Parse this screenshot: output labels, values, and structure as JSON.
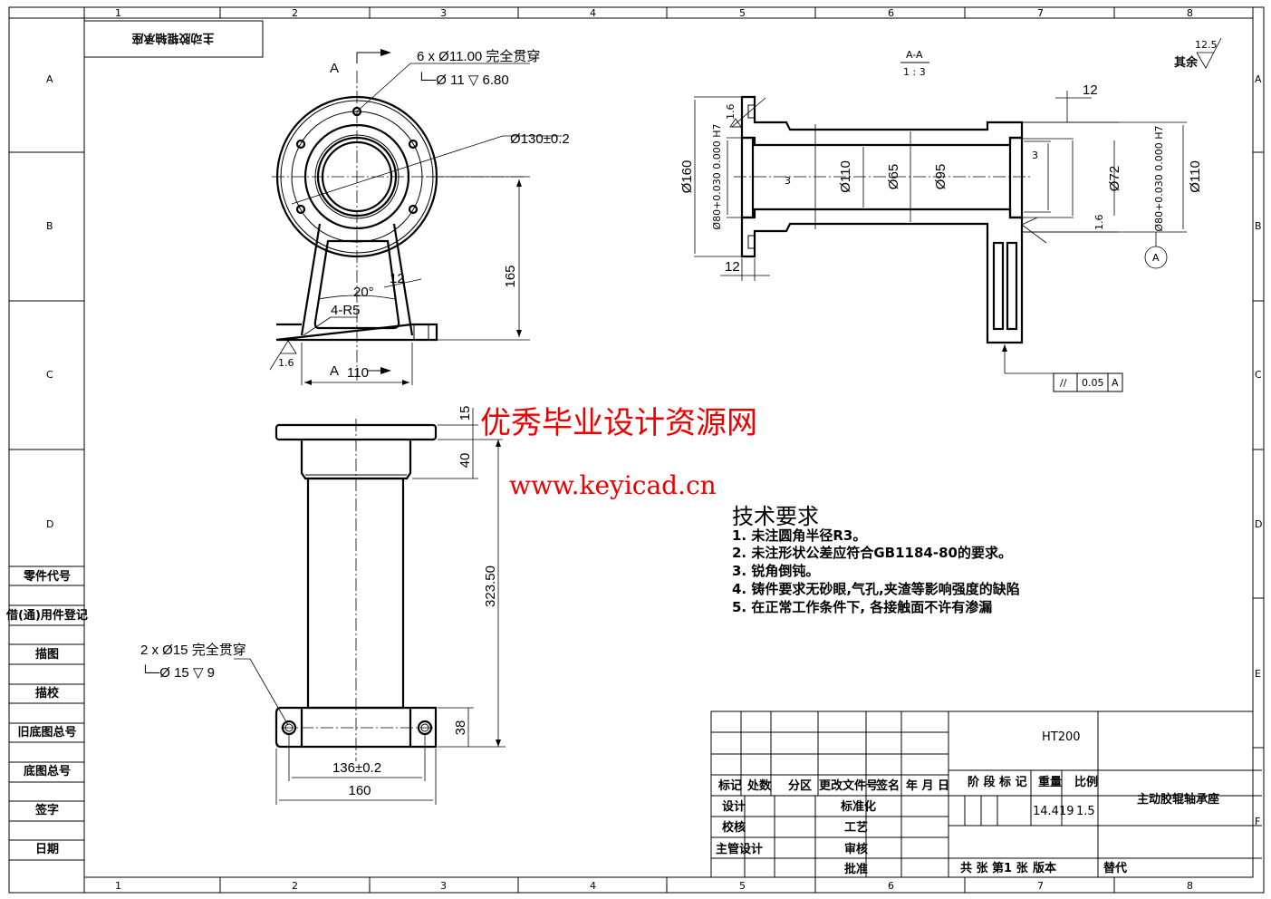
{
  "frame": {
    "columns": [
      "1",
      "2",
      "3",
      "4",
      "5",
      "6",
      "7",
      "8"
    ],
    "rows": [
      "A",
      "B",
      "C",
      "D",
      "E",
      "F"
    ],
    "corner_label": "主动胶辊轴承座"
  },
  "left_table": [
    "零件代号",
    "借(通)用件登记",
    "描图",
    "描校",
    "旧底图总号",
    "底图总号",
    "签字",
    "日期"
  ],
  "front_view": {
    "section_mark": "A",
    "hole_callout_1": "6 x Ø11.00 完全贯穿",
    "hole_callout_2": "└─Ø 11 ▽ 6.80",
    "bolt_circle": "Ø130±0.2",
    "height": "165",
    "angle": "20°",
    "rib": "12",
    "fillet": "4-R5",
    "roughness": "1.6",
    "width": "110"
  },
  "bottom_view": {
    "flange_thk": "15",
    "neck_len": "40",
    "total_len": "323.50",
    "base_thk": "38",
    "hole_pitch": "136±0.2",
    "base_width": "160",
    "hole_callout_1": "2 x Ø15 完全贯穿",
    "hole_callout_2": "└─Ø 15 ▽ 9"
  },
  "section_view": {
    "title": "A-A",
    "scale": "1 : 3",
    "roughness_rest_label": "其余",
    "roughness_rest": "12.5",
    "d160": "Ø160",
    "d80_left": "Ø80+0.030 0.000 H7",
    "d110_mid": "Ø110",
    "d65": "Ø65",
    "d95": "Ø95",
    "d72": "Ø72",
    "d80_right": "Ø80+0.030 0.000 H7",
    "d110_right": "Ø110",
    "chamfer_left": "3",
    "chamfer_right": "3",
    "width_top": "12",
    "width_bottom": "12",
    "rough_left": "1.6",
    "rough_right": "1.6",
    "datum": "A",
    "tol_symbol": "//",
    "tol_value": "0.05",
    "tol_datum": "A"
  },
  "watermark": {
    "title": "优秀毕业设计资源网",
    "url": "www.keyicad.cn",
    "color": "#e00000"
  },
  "tech_requirements": {
    "heading": "技术要求",
    "items": [
      "1.   未注圆角半径R3。",
      "2.   未注形状公差应符合GB1184-80的要求。",
      "3.   锐角倒钝。",
      "4.   铸件要求无砂眼,气孔,夹渣等影响强度的缺陷",
      "5.   在正常工作条件下, 各接触面不许有渗漏"
    ]
  },
  "title_block": {
    "material": "HT200",
    "part_name": "主动胶辊轴承座",
    "header": [
      "标记",
      "处数",
      "分区",
      "更改文件号",
      "签名",
      "年 月 日"
    ],
    "stage_label": "阶 段 标 记",
    "weight_label": "重量",
    "scale_label": "比例",
    "weight": "14.419",
    "scale": "1.5",
    "design": "设计",
    "check": "校核",
    "chief": "主管设计",
    "standard": "标准化",
    "process": "工艺",
    "review": "审核",
    "approve": "批准",
    "sheets": "共  张  第1  张",
    "version": "版本",
    "replace": "替代"
  }
}
